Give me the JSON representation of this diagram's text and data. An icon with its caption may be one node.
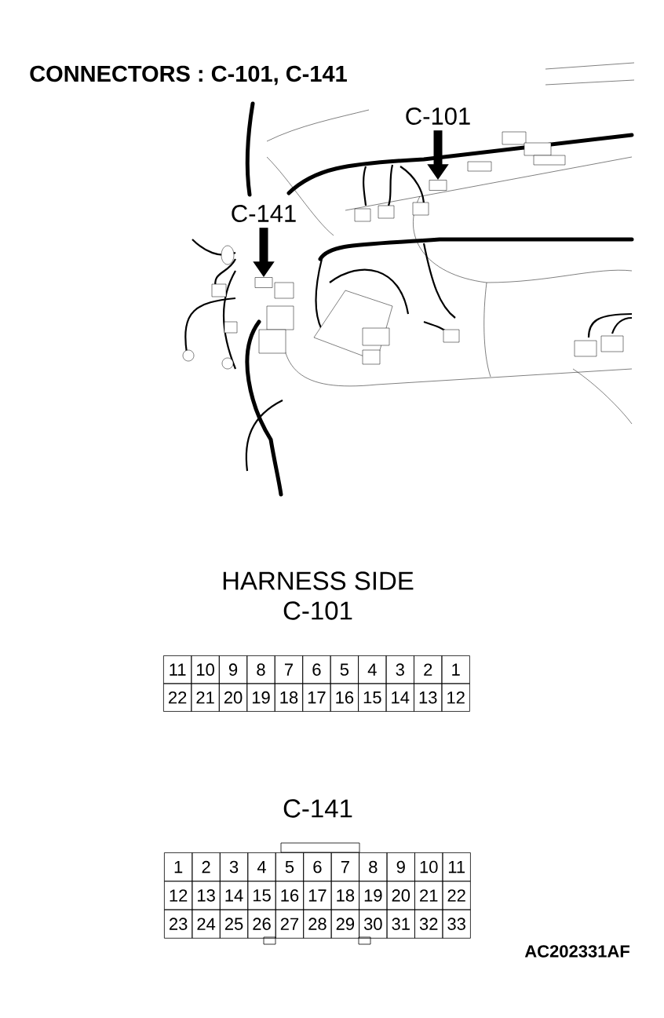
{
  "diagram": {
    "title": "CONNECTORS : C-101, C-141",
    "nodes": [
      {
        "text": [
          "C-101"
        ]
      },
      {
        "text": [],
        "shape": "box"
      },
      {
        "text": [
          "C-141"
        ]
      },
      {
        "text": [],
        "shape": "box"
      }
    ],
    "edges": [
      {
        "from": 0,
        "to": 1,
        "arrow": "to"
      },
      {
        "from": 2,
        "to": 3,
        "arrow": "to"
      }
    ],
    "labels": [
      "HARNESS SIDE",
      "C-101",
      "11",
      "10",
      "9",
      "8",
      "7",
      "6",
      "5",
      "4",
      "3",
      "2",
      "1",
      "22",
      "21",
      "20",
      "19",
      "18",
      "17",
      "16",
      "15",
      "14",
      "13",
      "12",
      "C-141",
      "1",
      "2",
      "3",
      "4",
      "5",
      "6",
      "7",
      "8",
      "9",
      "10",
      "11",
      "12",
      "13",
      "14",
      "15",
      "16",
      "17",
      "18",
      "19",
      "20",
      "21",
      "22",
      "23",
      "24",
      "25",
      "26",
      "27",
      "28",
      "29",
      "30",
      "31",
      "32",
      "33",
      "AC202331AF"
    ]
  }
}
